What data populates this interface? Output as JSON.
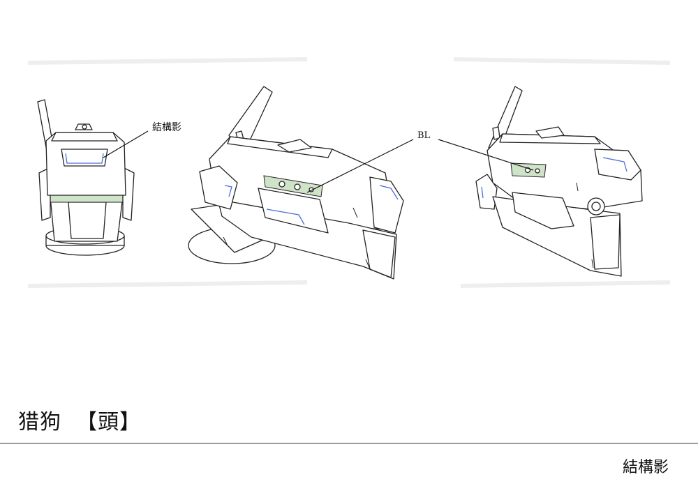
{
  "labels": {
    "structure_callout": "結構影",
    "bl_callout": "BL"
  },
  "title": "猎狗  【頭】",
  "footer_note": "結構影",
  "colors": {
    "line": "#222222",
    "accent_blue": "#4a6fd6",
    "accent_green": "#cfe3c9",
    "paper": "#ffffff"
  }
}
